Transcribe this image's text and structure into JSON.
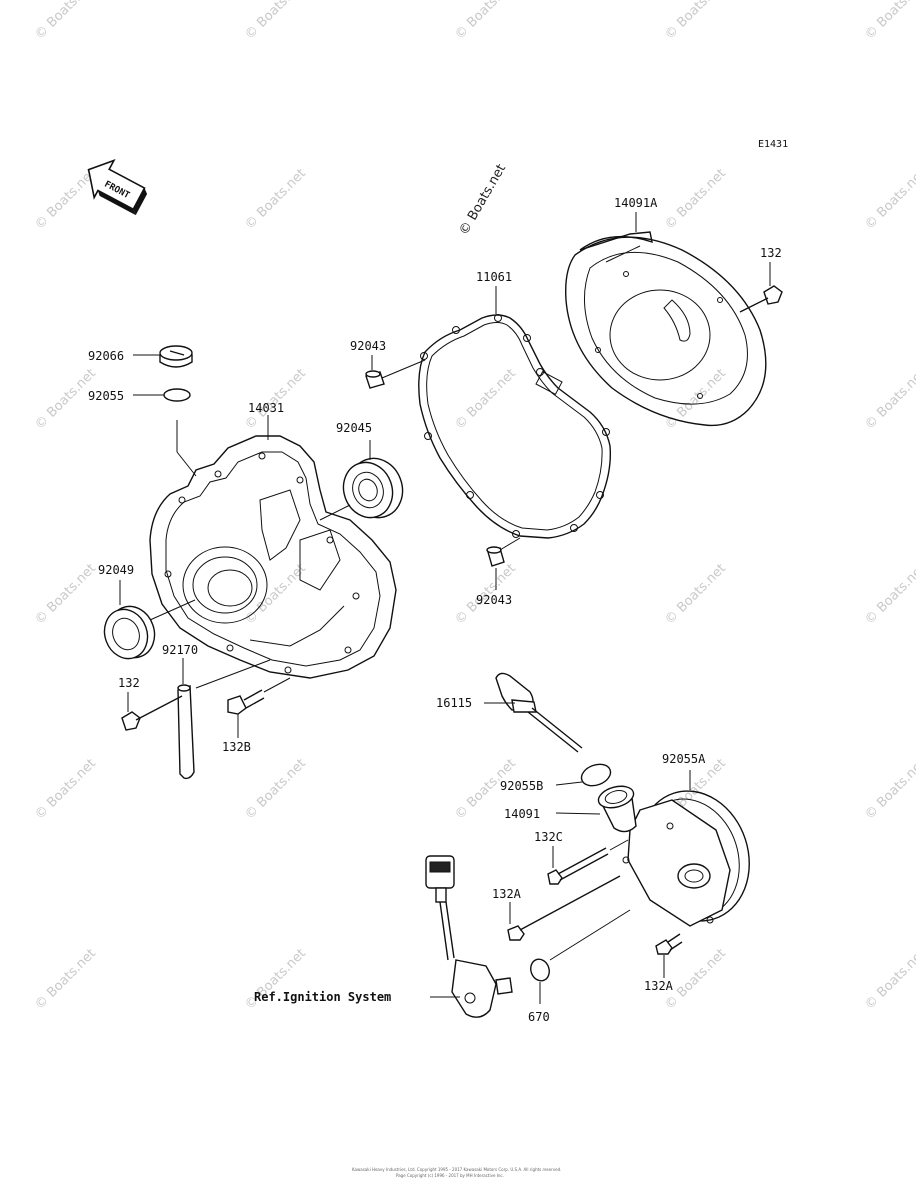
{
  "diagram_code": "E1431",
  "front_arrow_label": "FRONT",
  "watermark_text": "© Boats.net",
  "callouts": {
    "p14091A": "14091A",
    "p132_top": "132",
    "p11061": "11061",
    "p92043_top": "92043",
    "p92066": "92066",
    "p92055": "92055",
    "p14031": "14031",
    "p92045": "92045",
    "p92049": "92049",
    "p92043_bot": "92043",
    "p92170": "92170",
    "p132_left": "132",
    "p132B": "132B",
    "p16115": "16115",
    "p92055A": "92055A",
    "p92055B": "92055B",
    "p14091": "14091",
    "p132C": "132C",
    "p132A_left": "132A",
    "p132A_right": "132A",
    "p670": "670",
    "ref_ignition": "Ref.Ignition System"
  },
  "footer": {
    "line1": "Kawasaki Heavy Industries, Ltd. Copyright 1995 - 2017 Kawasaki Motors Corp. U.S.A. All rights reserved.",
    "line2": "Page Copyright (c) 1996 - 2017 by MH Interactive Inc."
  }
}
